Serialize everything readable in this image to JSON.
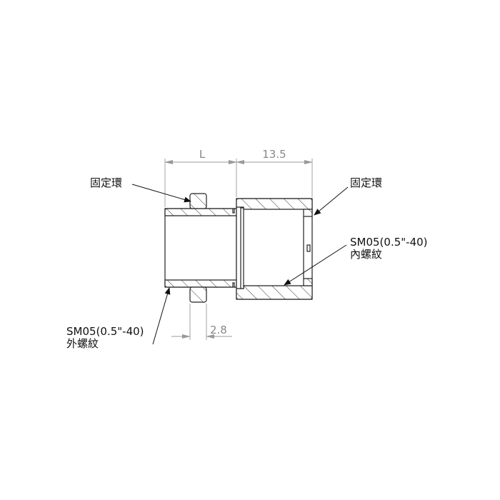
{
  "dimensions": {
    "length_label": "L",
    "body_length": "13.5",
    "ring_width": "2.8"
  },
  "labels": {
    "retaining_ring_left": "固定環",
    "retaining_ring_right": "固定環",
    "internal_thread_spec": "SM05(0.5\"-40)",
    "internal_thread_type": "內螺紋",
    "external_thread_spec": "SM05(0.5\"-40)",
    "external_thread_type": "外螺紋"
  }
}
